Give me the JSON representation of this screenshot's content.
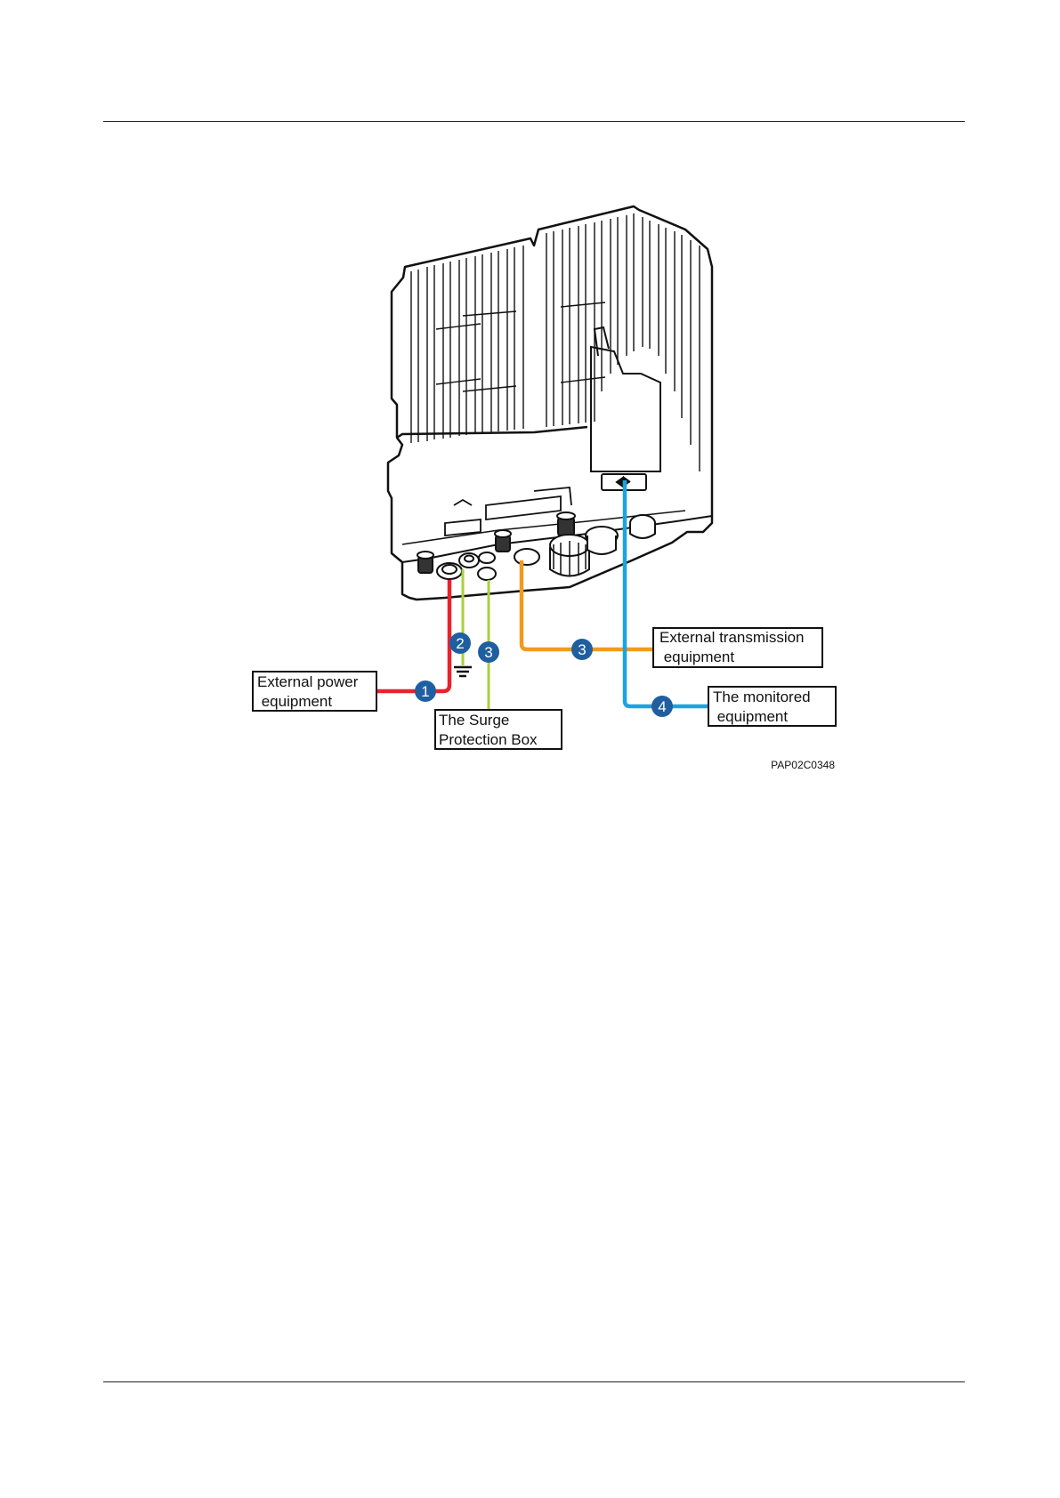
{
  "figure": {
    "code": "PAP02C0348",
    "labels": {
      "external_power": [
        "External power",
        " equipment"
      ],
      "surge_box": [
        "The Surge",
        "Protection Box"
      ],
      "external_transmission": [
        "External transmission",
        " equipment"
      ],
      "monitored": [
        "The monitored",
        " equipment"
      ]
    },
    "callouts": {
      "c1": "1",
      "c2": "2",
      "c3_surge": "3",
      "c3_transmission": "3",
      "c4": "4"
    },
    "colors": {
      "power_cable": "#e8232c",
      "ground_cable": "#a8d13e",
      "transmission_cable": "#f39a1e",
      "monitoring_cable": "#1aa3e3",
      "callout_fill": "#1f5fa0",
      "outline": "#111111"
    }
  }
}
